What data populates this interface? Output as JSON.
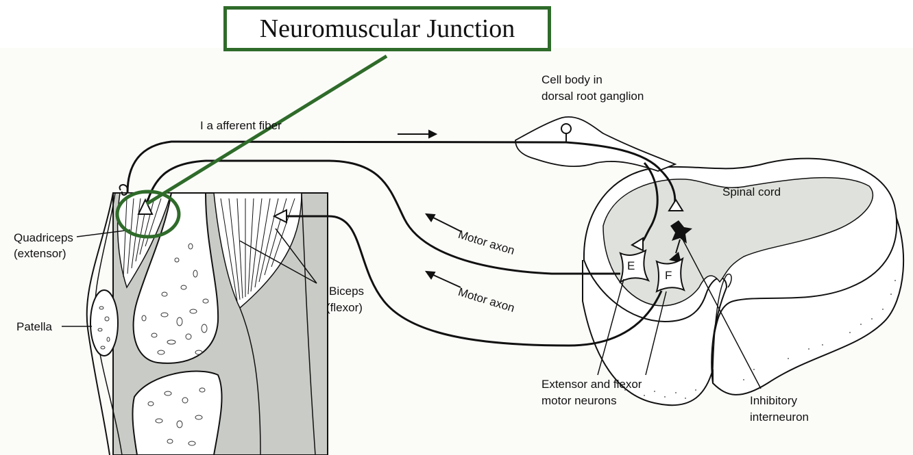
{
  "callout": {
    "title": "Neuromuscular Junction",
    "color": "#2f6b2a"
  },
  "labels": {
    "cell_body": [
      "Cell body in",
      "dorsal root ganglion"
    ],
    "afferent": "I a afferent fiber",
    "spinal_cord": "Spinal cord",
    "motor_axon_1": "Motor axon",
    "motor_axon_2": "Motor axon",
    "quadriceps": [
      "Quadriceps",
      "(extensor)"
    ],
    "patella": "Patella",
    "biceps": [
      "Biceps",
      "(flexor)"
    ],
    "motor_neurons": [
      "Extensor and flexor",
      "motor neurons"
    ],
    "inhibitory": [
      "Inhibitory",
      "interneuron"
    ],
    "neuron_e": "E",
    "neuron_f": "F"
  },
  "colors": {
    "tissue": "#c9cbc6",
    "gray_matter": "#dfe2dc",
    "highlight": "#2f6b2a",
    "ink": "#111111",
    "bg_tint": "#fbfcf8"
  }
}
